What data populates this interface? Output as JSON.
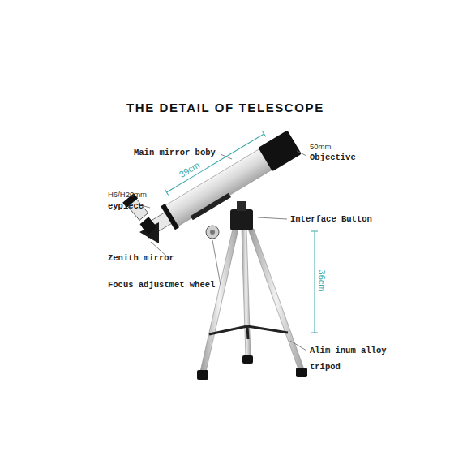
{
  "diagram": {
    "title": "THE DETAIL OF TELESCOPE",
    "labels": [
      "Main mirror boby",
      "50mm",
      "Objective",
      "39cm",
      "Interface Button",
      "H6/H20mm",
      "eypiece",
      "Zenith mirror",
      "Focus adjustmet wheel",
      "36cm",
      "Alim inum alloy",
      "tripod"
    ]
  }
}
